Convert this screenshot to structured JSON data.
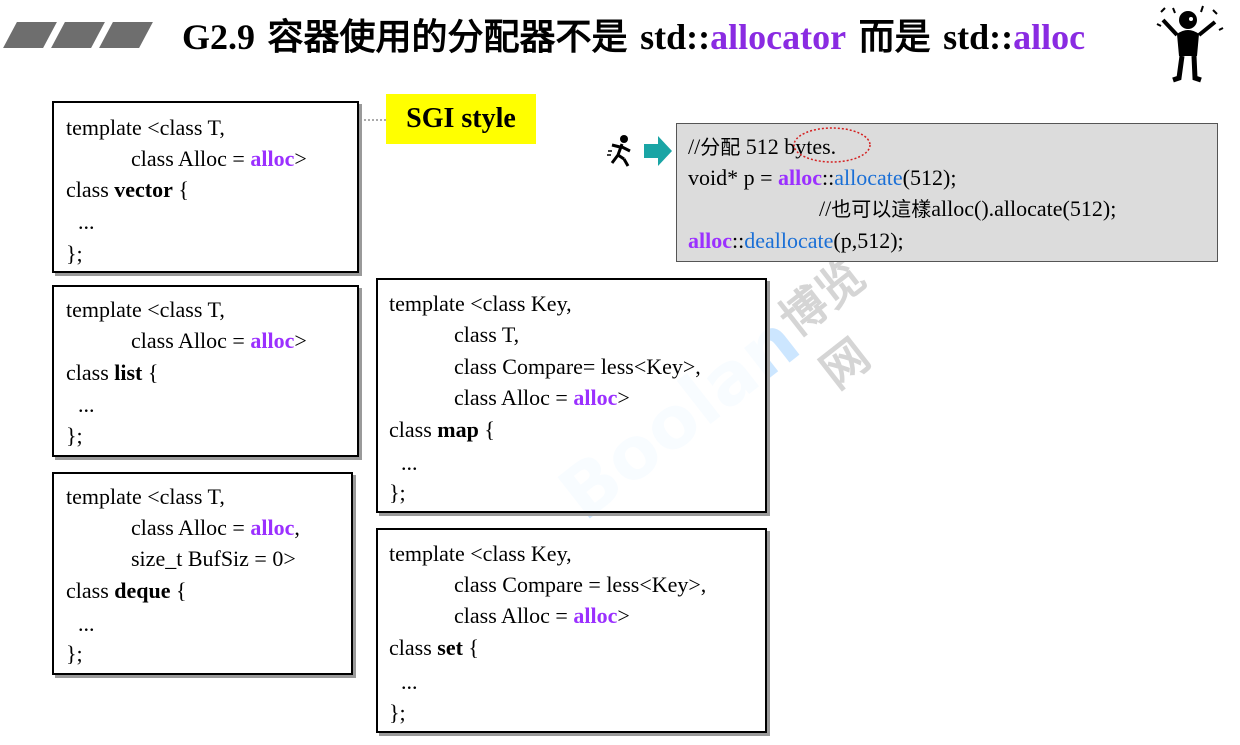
{
  "title": {
    "prefix": "G2.9",
    "cjk_part1": " 容器使用的分配器不是 ",
    "ns1": "std::",
    "name1": "allocator",
    "cjk_part2": " 而是 ",
    "ns2": "std::",
    "name2": "alloc"
  },
  "label_sgi": "SGI style",
  "vector_box": {
    "l1": "template <class T,",
    "l2a": "class Alloc = ",
    "l2b": "alloc",
    "l2c": ">",
    "l3a": "class ",
    "l3b": "vector",
    "l3c": " {",
    "l4": "...",
    "l5": "};"
  },
  "list_box": {
    "l1": "template <class T,",
    "l2a": "class Alloc = ",
    "l2b": "alloc",
    "l2c": ">",
    "l3a": "class ",
    "l3b": "list",
    "l3c": " {",
    "l4": "...",
    "l5": "};"
  },
  "deque_box": {
    "l1": "template <class T,",
    "l2a": "class Alloc = ",
    "l2b": "alloc",
    "l2c": ",",
    "l3": "size_t BufSiz = 0>",
    "l4a": "class ",
    "l4b": "deque",
    "l4c": " {",
    "l5": "...",
    "l6": "};"
  },
  "map_box": {
    "l1": "template <class Key,",
    "l2": "class T,",
    "l3": "class Compare= less<Key>,",
    "l4a": "class Alloc = ",
    "l4b": "alloc",
    "l4c": ">",
    "l5a": "class ",
    "l5b": "map",
    "l5c": " {",
    "l6": "...",
    "l7": "};"
  },
  "set_box": {
    "l1": "template <class Key,",
    "l2": "class Compare = less<Key>,",
    "l3a": "class Alloc = ",
    "l3b": "alloc",
    "l3c": ">",
    "l4a": "class ",
    "l4b": "set",
    "l4c": " {",
    "l5": "...",
    "l6": "};"
  },
  "panel": {
    "l1a": "//",
    "l1b": "分配",
    "l1c": " 512 bytes.",
    "l2a": "void* p = ",
    "l2b": "alloc",
    "l2c": "::",
    "l2d": "allocate",
    "l2e": "(512);",
    "l3a": "//",
    "l3b": "也可以這樣",
    "l3c": "alloc().allocate(512);",
    "l4a": "alloc",
    "l4b": "::",
    "l4c": "deallocate",
    "l4d": "(p,512);"
  },
  "watermark": {
    "logo": "Boolan",
    "cn": "博览网"
  },
  "colors": {
    "accent_purple": "#9b30ff",
    "func_blue": "#1a6fd6",
    "label_yellow": "#ffff00",
    "panel_gray": "#dcdcdc",
    "arrow_teal": "#1aa5a5"
  },
  "icons": [
    "title-bars-decoration",
    "juggler-figure-icon",
    "runner-figure-icon",
    "teal-arrow-icon"
  ]
}
